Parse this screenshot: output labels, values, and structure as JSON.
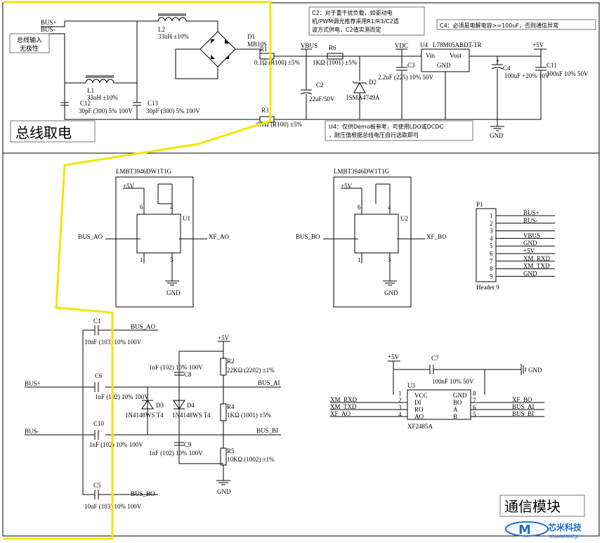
{
  "sections": {
    "power_label": "总线取电",
    "comm_label": "通信模块"
  },
  "notes": {
    "bus_input": [
      "总线输入",
      "无极性"
    ],
    "c2": [
      "C2：对于重干扰负载，如驱动电",
      "机/PWM调光推荐采用R1/R3/C2滤",
      "波方式供电，C2值实测而定"
    ],
    "c4": "C4：必须是电解电容>=100uF，否则通信异常",
    "u4": [
      "U4：仅供Demo板参考，可使用LDO或DCDC",
      "，耐压值根据总线电压自行选取即可"
    ]
  },
  "power": {
    "bus_plus": "BUS+",
    "bus_minus": "BUS-",
    "L2": "L2",
    "L2_val": "33uH ±10%",
    "L1": "L1",
    "L1_val": "33uH ±10%",
    "C12": "C12",
    "C12_val": "30pF (300) 5% 100V",
    "C13": "C13",
    "C13_val": "30pF (300) 5% 100V",
    "D1": "D1",
    "D1_val": "MB10S",
    "R1": "R1",
    "R1_val": "0.1Ω (R100) ±5%",
    "R3": "R3",
    "R3_val": "0.1Ω (R100) ±5%",
    "C2": "C2",
    "C2_val": "22uF/50V",
    "VBUS": "VBUS",
    "R6": "R6",
    "R6_val": "1KΩ (1001) ±5%",
    "D2": "D2",
    "D2_val": "1SMA4749A",
    "VDC": "VDC",
    "C3": "C3",
    "C3_val": "2.2uF (225) 10% 50V",
    "U4": "U4",
    "U4_part": "L78M05ABDT-TR",
    "U4_vin": "Vin",
    "U4_vout": "Vout",
    "U4_gnd": "GND",
    "C4": "C4",
    "C4_val": "100uF +20% 10V",
    "C11": "C11",
    "C11_val": "100nF 10% 50V",
    "p5v": "+5V",
    "gnd": "GND"
  },
  "comm": {
    "U1_part": "LMBT3946DW1T1G",
    "U1": "U1",
    "U1_left": "BUS_AO",
    "U1_right": "XF_AO",
    "U2_part": "LMBT3946DW1T1G",
    "U2": "U2",
    "U2_left": "BUS_BO",
    "U2_right": "XF_BO",
    "pins": [
      "6",
      "4",
      "1",
      "3"
    ],
    "p5v": "+5V",
    "gnd": "GND",
    "P1": "P1",
    "P1_name": "Header 9",
    "P1_pins": [
      "1",
      "2",
      "3",
      "4",
      "5",
      "6",
      "7",
      "8",
      "9"
    ],
    "P1_nets": [
      "BUS+",
      "BUS-",
      "",
      "VBUS",
      "GND",
      "+5V",
      "XM_RXD",
      "XM_TXD",
      "GND"
    ],
    "C1": "C1",
    "C1_val": "10nF (103) 10% 100V",
    "C1_net": "BUS_AO",
    "C6": "C6",
    "C6_val": "1nF (102) 10% 100V",
    "C8": "C8",
    "C8_val": "1nF (102) 10% 100V",
    "C10": "C10",
    "C10_val": "1nF (102) 10% 100V",
    "C9": "C9",
    "C9_val": "1nF (102) 10% 100V",
    "C5": "C5",
    "C5_val": "10nF (103) 10% 100V",
    "C5_net": "BUS_BO",
    "D3": "D3",
    "D3_val": "1N4148WS T4",
    "D4": "D4",
    "D4_val": "1N4148WS T4",
    "R2": "R2",
    "R2_val": "22KΩ (2202) ±1%",
    "R4": "R4",
    "R4_val": "1KΩ (1001) ±5%",
    "R5": "R5",
    "R5_val": "10KΩ (1002) ±1%",
    "bus_plus": "BUS+",
    "bus_minus": "BUS-",
    "bus_ai": "BUS_AI",
    "bus_bi": "BUS_BI",
    "C7": "C7",
    "C7_val": "100nF 10% 50V",
    "U3": "U3",
    "U3_part": "XF2485A",
    "U3_left_pins": [
      "1",
      "2",
      "3",
      "4"
    ],
    "U3_left_names": [
      "VCC",
      "DI",
      "RO",
      "AO"
    ],
    "U3_right_pins": [
      "8",
      "7",
      "6",
      "5"
    ],
    "U3_right_names": [
      "GND",
      "BO",
      "A",
      "B"
    ],
    "U3_left_nets": [
      "XM_RXD",
      "XM_TXD",
      "XF_AO"
    ],
    "U3_right_nets": [
      "XF_BO",
      "BUS_AI",
      "BUS_BI"
    ]
  },
  "logo": {
    "brand": "芯米科技",
    "sub": "XUANMIKEJI",
    "mark": "M"
  },
  "colors": {
    "highlight": "#f2e600",
    "logo_blue": "#1a6fd0"
  }
}
